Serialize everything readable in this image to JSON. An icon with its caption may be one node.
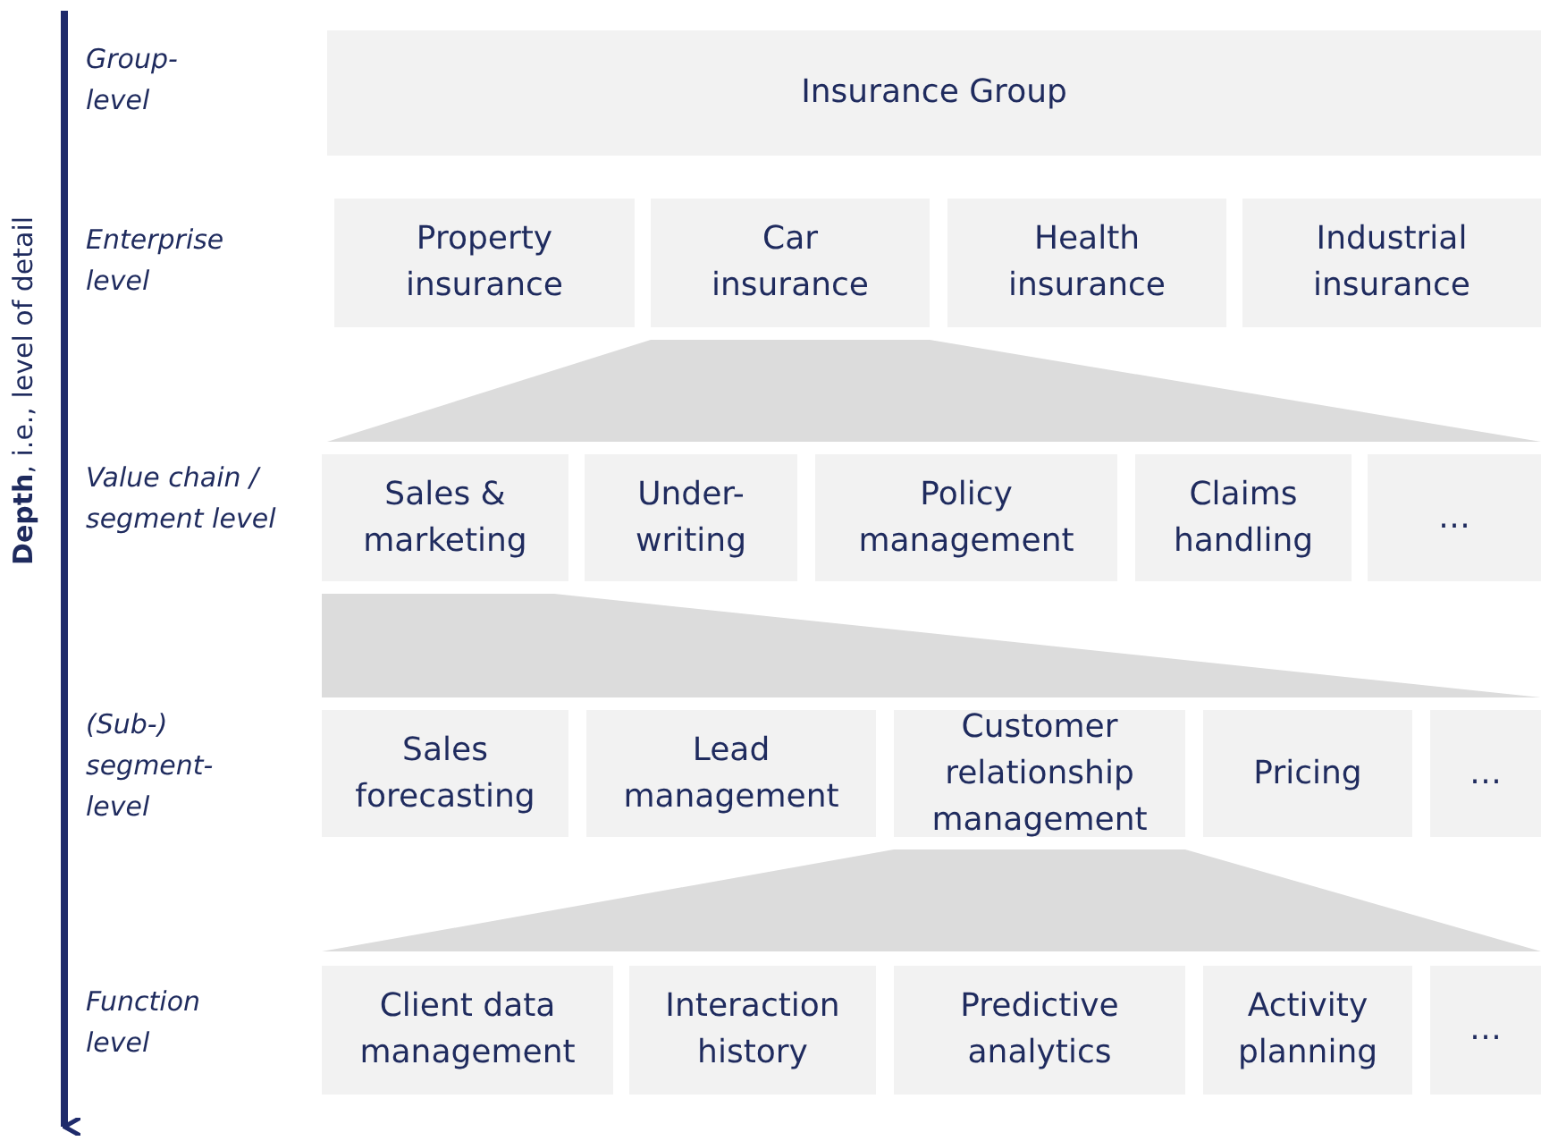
{
  "diagram": {
    "nodes": [
      {
        "text": [
          "Insurance Group"
        ]
      },
      {
        "text": [
          "Property insurance"
        ]
      },
      {
        "text": [
          "Car insurance"
        ]
      },
      {
        "text": [
          "Health insurance"
        ]
      },
      {
        "text": [
          "Industrial insurance"
        ]
      },
      {
        "text": [],
        "shape": "trapezoid"
      },
      {
        "text": [
          "Sales & marketing"
        ]
      },
      {
        "text": [
          "Under-writing"
        ]
      },
      {
        "text": [
          "Policy management"
        ]
      },
      {
        "text": [
          "Claims handling"
        ]
      },
      {
        "text": [
          "…"
        ]
      },
      {
        "text": [],
        "shape": "trapezoid"
      },
      {
        "text": [
          "Sales forecasting"
        ]
      },
      {
        "text": [
          "Lead management"
        ]
      },
      {
        "text": [
          "Customer relationship management"
        ]
      },
      {
        "text": [
          "Pricing"
        ]
      },
      {
        "text": [
          "…"
        ]
      },
      {
        "text": [],
        "shape": "trapezoid"
      },
      {
        "text": [
          "Client data management"
        ]
      },
      {
        "text": [
          "Interaction history"
        ]
      },
      {
        "text": [
          "Predictive analytics"
        ]
      },
      {
        "text": [
          "Activity planning"
        ]
      },
      {
        "text": [
          "…"
        ]
      }
    ],
    "labels": [
      "**Depth**, i.e., level of detail",
      "Group-level",
      "Enterprise level",
      "Value chain / segment level",
      "(Sub-) segment-level",
      "Function level"
    ]
  }
}
